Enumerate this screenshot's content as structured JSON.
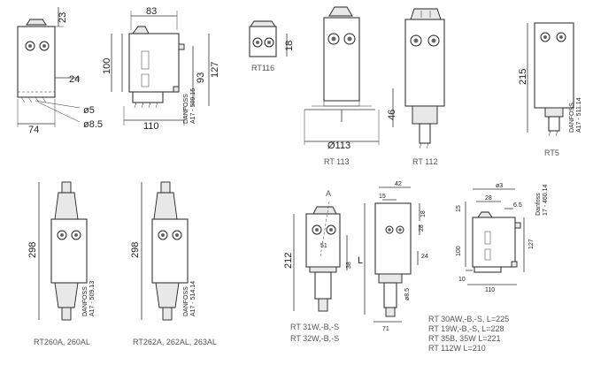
{
  "dims": {
    "d23": "23",
    "d24": "24",
    "d5": "ø5",
    "d85": "ø8.5",
    "d74": "74",
    "d83": "83",
    "d100": "100",
    "d127": "127",
    "d93": "93",
    "d110": "110",
    "d18": "18",
    "d46": "46",
    "d113": "Ø113",
    "d215": "215",
    "d298a": "298",
    "d298b": "298",
    "d212": "212",
    "d51": "51",
    "d38": "38",
    "d42": "42",
    "d15a": "15",
    "d28": "28",
    "d18b": "18",
    "d24b": "24",
    "dL": "L",
    "d85b": "ø8.5",
    "d71": "71",
    "d63": "ø3",
    "d28b": "28",
    "d65": "6.5",
    "d15b": "15",
    "d100b": "100",
    "d127b": "127",
    "d10": "10",
    "d110b": "110"
  },
  "labels": {
    "rt116": "RT116",
    "rt113": "RT 113",
    "rt112": "RT 112",
    "rt5": "RT5",
    "rt260": "RT260A, 260AL",
    "rt262": "RT262A, 262AL, 263AL",
    "rt31": "RT 31W,-B,-S",
    "rt32": "RT 32W,-B,-S",
    "rt30": "RT 30AW,-B,-S,   L=225",
    "rt19": "RT 19W,-B,-S,    L=228",
    "rt35": "RT 35B, 35W       L=221",
    "rt112w": "RT 112W              L=210",
    "pointA": "A"
  },
  "codes": {
    "c1a": "DANFOSS",
    "c1b": "A17 - 509.15",
    "c2a": "DANFOSS",
    "c2b": "A17 - 511.14",
    "c3a": "DANFOSS",
    "c3b": "A17 - 509.13",
    "c4a": "DANFOSS",
    "c4b": "A17 - 514.14",
    "c5a": "Danfoss",
    "c5b": "17 - 460.14"
  }
}
